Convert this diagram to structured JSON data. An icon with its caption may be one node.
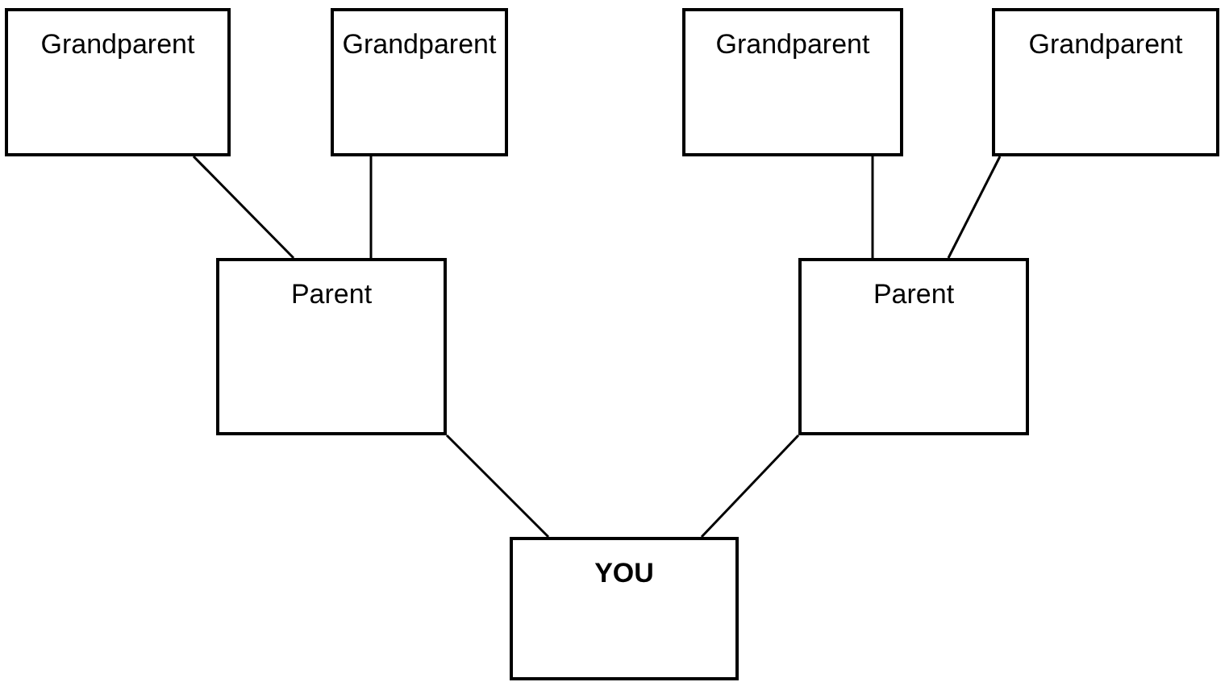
{
  "diagram": {
    "nodes": [
      {
        "text": [
          "Grandparent"
        ]
      },
      {
        "text": [
          "Grandparent"
        ]
      },
      {
        "text": [
          "Grandparent"
        ]
      },
      {
        "text": [
          "Grandparent"
        ]
      },
      {
        "text": [
          "Parent"
        ]
      },
      {
        "text": [
          "Parent"
        ]
      },
      {
        "text": [
          "YOU"
        ]
      }
    ],
    "edges": [
      {
        "from": 0,
        "to": 4,
        "arrow": "none"
      },
      {
        "from": 1,
        "to": 4,
        "arrow": "none"
      },
      {
        "from": 2,
        "to": 5,
        "arrow": "none"
      },
      {
        "from": 3,
        "to": 5,
        "arrow": "none"
      },
      {
        "from": 4,
        "to": 6,
        "arrow": "none"
      },
      {
        "from": 5,
        "to": 6,
        "arrow": "none"
      }
    ]
  }
}
